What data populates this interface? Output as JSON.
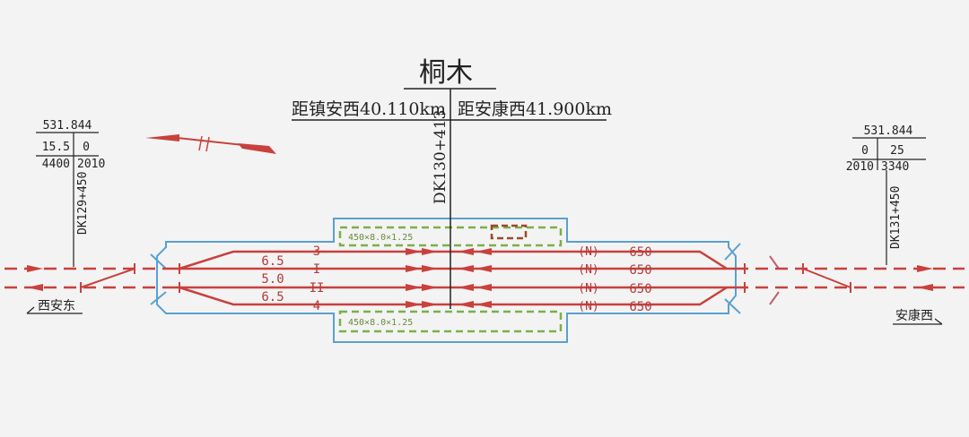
{
  "station": {
    "name": "桐木",
    "dist_left": "距镇安西40.110km",
    "dist_right": "距安康西41.900km",
    "center_mileage": "DK130+413"
  },
  "left_end": {
    "elevation": "531.844",
    "grade_a": "15.5",
    "grade_b": "0",
    "len_a": "4400",
    "len_b": "2010",
    "mileage": "DK129+450",
    "direction_label": "西安东"
  },
  "right_end": {
    "elevation": "531.844",
    "grade_a": "0",
    "grade_b": "25",
    "len_a": "2010",
    "len_b": "3340",
    "mileage": "DK131+450",
    "direction_label": "安康西"
  },
  "tracks": [
    {
      "id": "3",
      "spacing": "6.5",
      "mark": "(N)",
      "length": "650"
    },
    {
      "id": "I",
      "spacing": "",
      "mark": "(N)",
      "length": "650"
    },
    {
      "id": "II",
      "spacing": "5.0",
      "mark": "(N)",
      "length": "650"
    },
    {
      "id": "4",
      "spacing": "6.5",
      "mark": "(N)",
      "length": "650"
    }
  ],
  "platforms": {
    "upper": "450×8.0×1.25",
    "lower": "450×8.0×1.25"
  },
  "colors": {
    "track": "#c9403c",
    "platform": "#5aa0cf",
    "green_box": "#7ab04a",
    "brown_box": "#9a4a2a",
    "text": "#222222"
  }
}
